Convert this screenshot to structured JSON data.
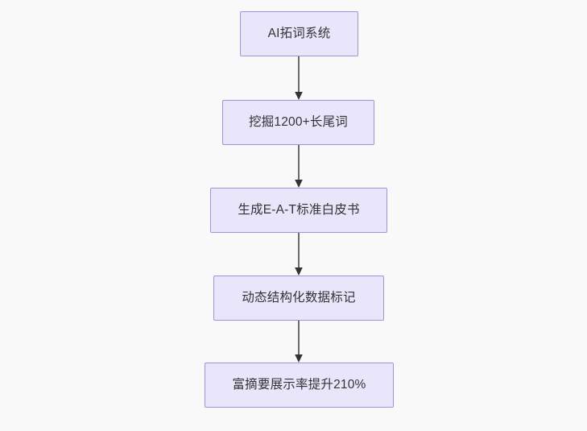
{
  "diagram": {
    "type": "flowchart",
    "direction": "top-to-bottom",
    "background_color": "#f9f9f9",
    "node_fill_color": "#e9e5fb",
    "node_border_color": "#a98ed8",
    "node_text_color": "#333333",
    "connector_color": "#6b6b6b",
    "nodes": [
      {
        "id": "n1",
        "label": "AI拓词系统"
      },
      {
        "id": "n2",
        "label": "挖掘1200+长尾词"
      },
      {
        "id": "n3",
        "label": "生成E-A-T标准白皮书"
      },
      {
        "id": "n4",
        "label": "动态结构化数据标记"
      },
      {
        "id": "n5",
        "label": "富摘要展示率提升210%"
      }
    ],
    "edges": [
      {
        "from": "n1",
        "to": "n2",
        "arrow": "arrow-down-icon"
      },
      {
        "from": "n2",
        "to": "n3",
        "arrow": "arrow-down-icon"
      },
      {
        "from": "n3",
        "to": "n4",
        "arrow": "arrow-down-icon"
      },
      {
        "from": "n4",
        "to": "n5",
        "arrow": "arrow-down-icon"
      }
    ]
  }
}
